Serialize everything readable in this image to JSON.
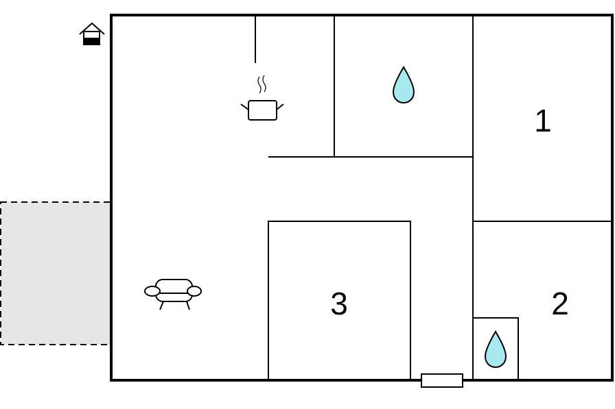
{
  "floorplan": {
    "rooms": [
      {
        "id": "bedroom-1",
        "label": "1"
      },
      {
        "id": "bedroom-2",
        "label": "2"
      },
      {
        "id": "bedroom-3",
        "label": "3"
      }
    ],
    "icons": [
      "house-icon",
      "cooking-pot-icon",
      "water-drop-icon",
      "sofa-icon"
    ],
    "colors": {
      "wall": "#000000",
      "terrace": "#e6e6e6",
      "water": "#a8e8ee"
    }
  }
}
